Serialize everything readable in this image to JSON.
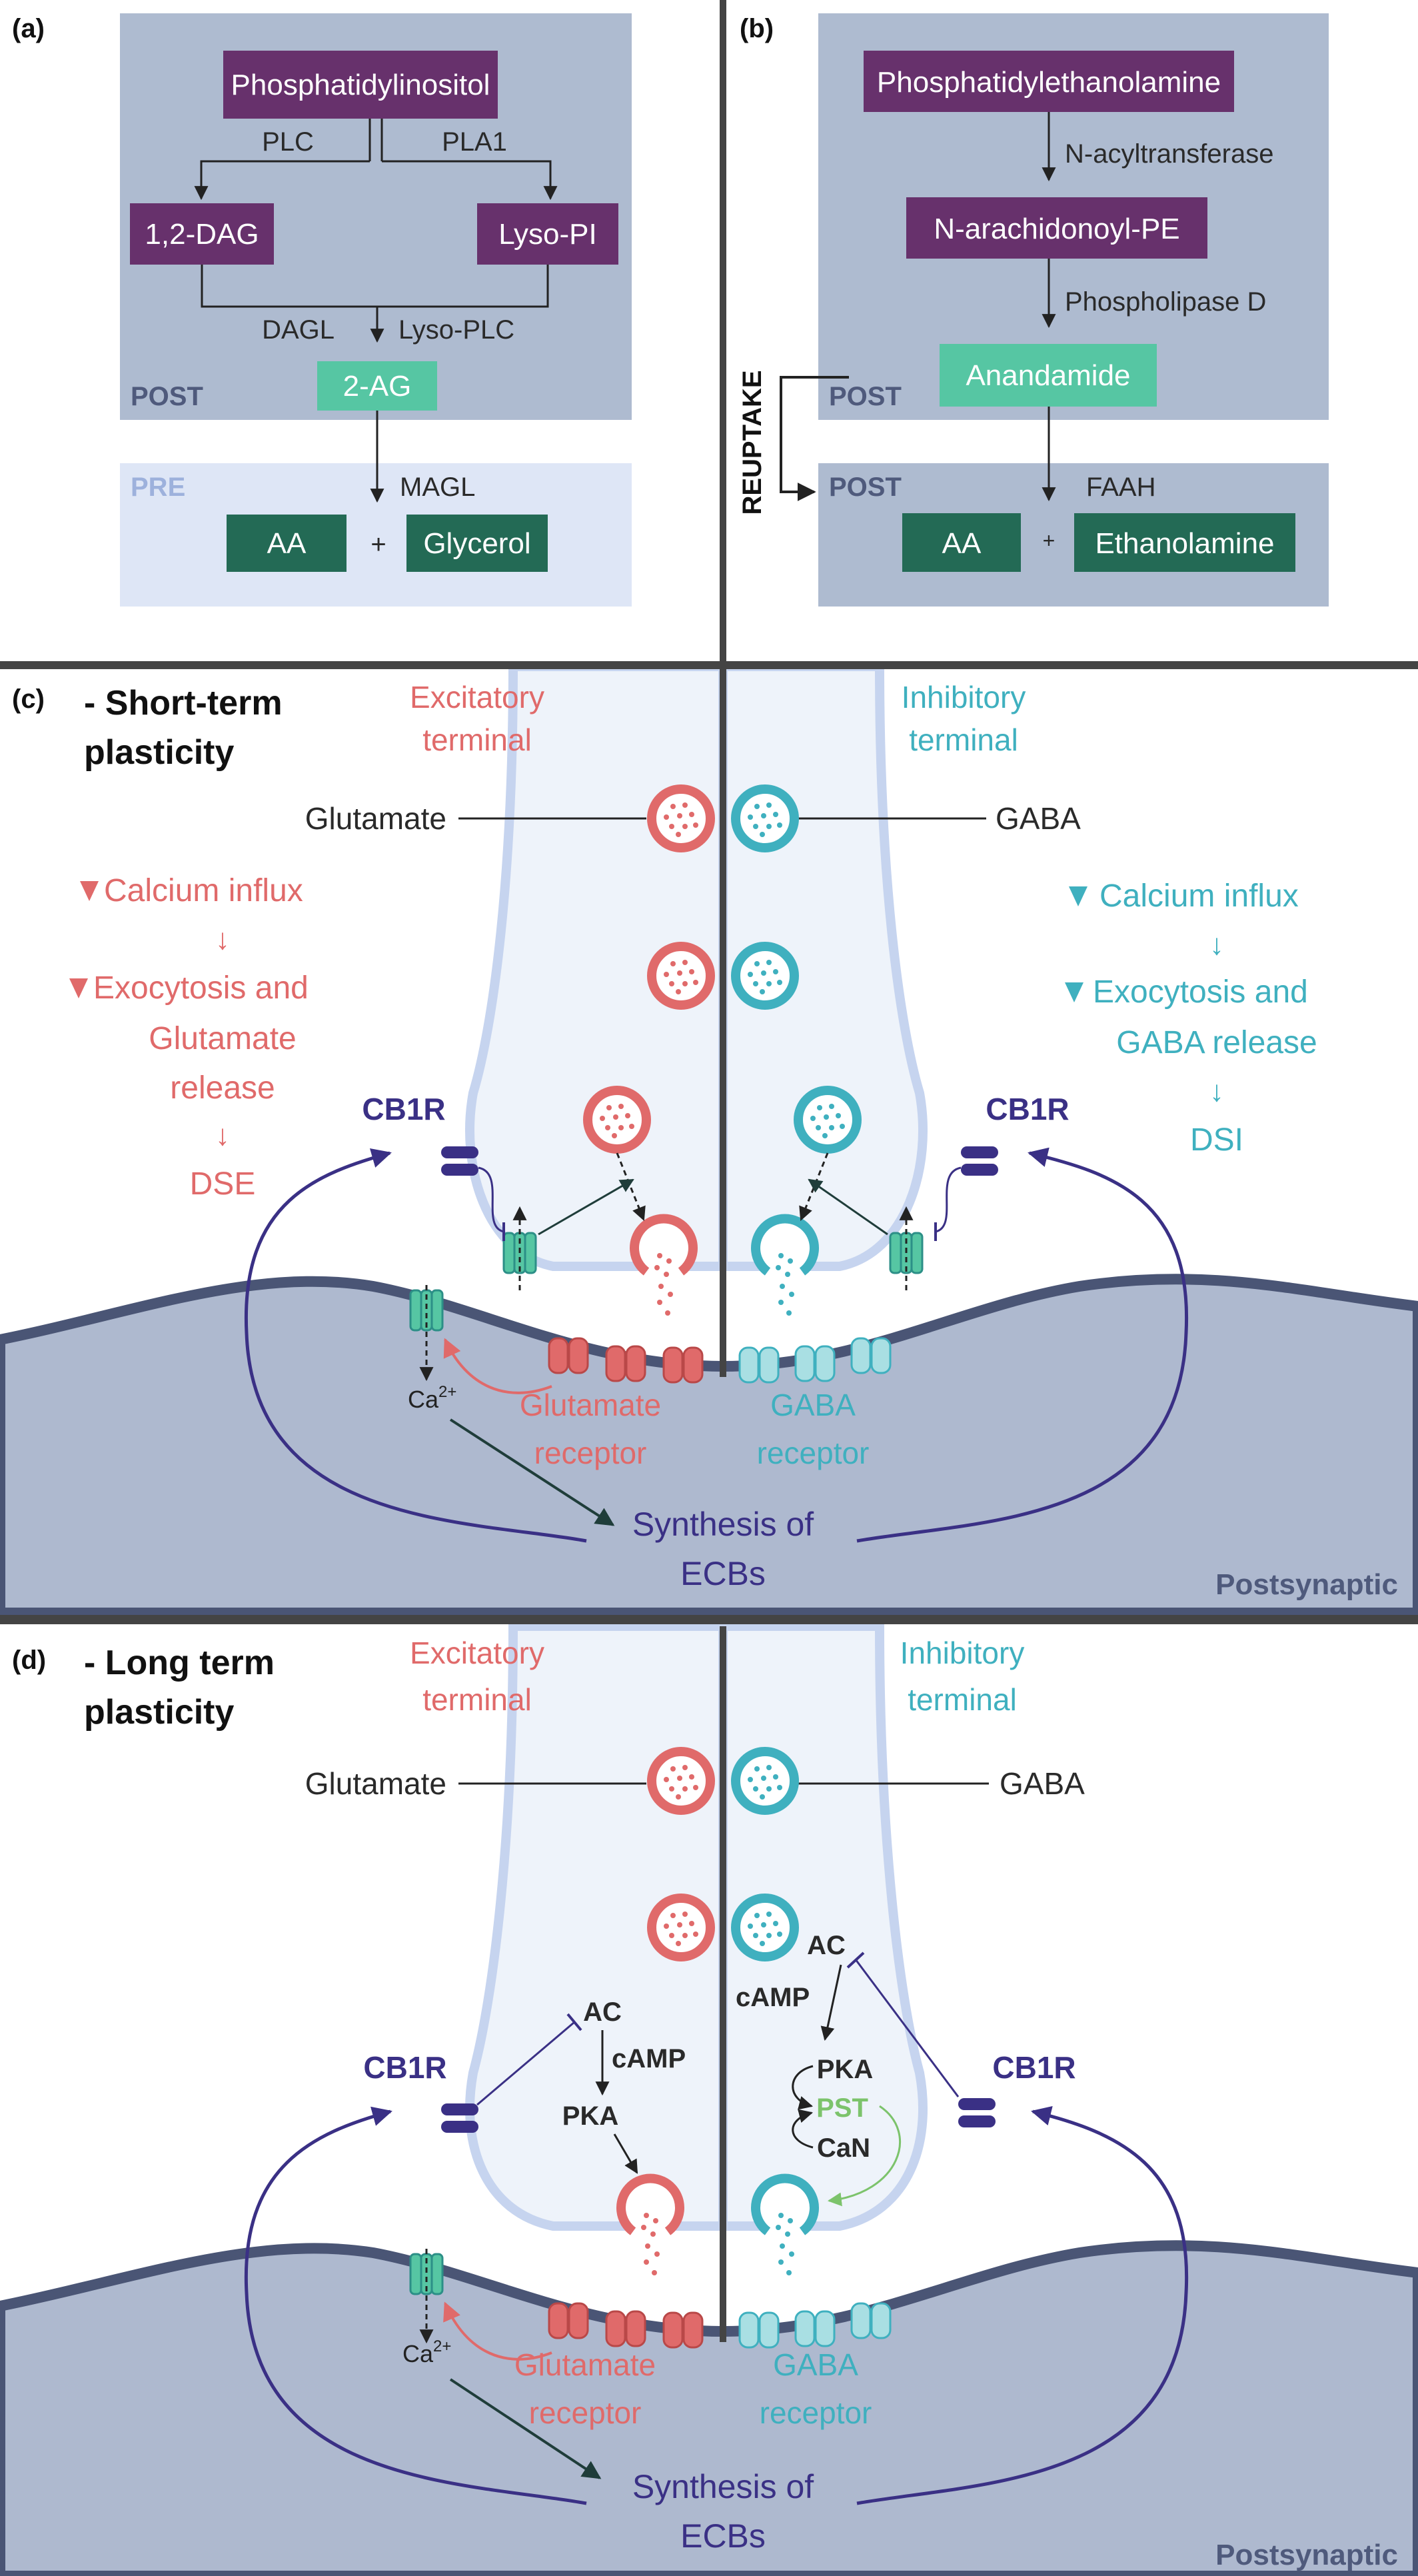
{
  "panel_a": {
    "letter": "(a)",
    "source": "Phosphatidylinositol",
    "enzyme_left": "PLC",
    "enzyme_right": "PLA1",
    "intermediate_left": "1,2-DAG",
    "intermediate_right": "Lyso-PI",
    "enzyme_bottom_left": "DAGL",
    "enzyme_bottom_right": "Lyso-PLC",
    "product": "2-AG",
    "post_label": "POST",
    "pre_label": "PRE",
    "degrading_enzyme": "MAGL",
    "product_1": "AA",
    "plus": "+",
    "product_2": "Glycerol"
  },
  "panel_b": {
    "letter": "(b)",
    "source": "Phosphatidylethanolamine",
    "enzyme_1": "N-acyltransferase",
    "intermediate": "N-arachidonoyl-PE",
    "enzyme_2": "Phospholipase D",
    "product": "Anandamide",
    "post_label_upper": "POST",
    "post_label_lower": "POST",
    "reuptake": "REUPTAKE",
    "degrading_enzyme": "FAAH",
    "product_1": "AA",
    "plus": "+",
    "product_2": "Ethanolamine"
  },
  "panel_c": {
    "letter": "(c)",
    "title_line1": "- Short-term",
    "title_line2": "plasticity",
    "excitatory_line1": "Excitatory",
    "excitatory_line2": "terminal",
    "inhibitory_line1": "Inhibitory",
    "inhibitory_line2": "terminal",
    "glutamate": "Glutamate",
    "gaba": "GABA",
    "left_steps": [
      "Calcium influx",
      "Exocytosis and",
      "Glutamate",
      "release",
      "DSE"
    ],
    "right_steps": [
      "Calcium influx",
      "Exocytosis and",
      "GABA release",
      "DSI"
    ],
    "down_arrow": "↓",
    "cb1r_left": "CB1R",
    "cb1r_right": "CB1R",
    "ca": "Ca",
    "ca_sup": "2+",
    "glu_receptor_line1": "Glutamate",
    "glu_receptor_line2": "receptor",
    "gaba_receptor_line1": "GABA",
    "gaba_receptor_line2": "receptor",
    "synthesis_line1": "Synthesis of",
    "synthesis_line2": "ECBs",
    "postsynaptic": "Postsynaptic"
  },
  "panel_d": {
    "letter": "(d)",
    "title_line1": "- Long term",
    "title_line2": "plasticity",
    "excitatory_line1": "Excitatory",
    "excitatory_line2": "terminal",
    "inhibitory_line1": "Inhibitory",
    "inhibitory_line2": "terminal",
    "glutamate": "Glutamate",
    "gaba": "GABA",
    "cb1r_left": "CB1R",
    "cb1r_right": "CB1R",
    "ac_left": "AC",
    "camp_left": "cAMP",
    "pka_left": "PKA",
    "ac_right": "AC",
    "camp_right": "cAMP",
    "pka_right": "PKA",
    "pst": "PST",
    "can": "CaN",
    "ca": "Ca",
    "ca_sup": "2+",
    "glu_receptor_line1": "Glutamate",
    "glu_receptor_line2": "receptor",
    "gaba_receptor_line1": "GABA",
    "gaba_receptor_line2": "receptor",
    "synthesis_line1": "Synthesis of",
    "synthesis_line2": "ECBs",
    "postsynaptic": "Postsynaptic"
  },
  "colors": {
    "purple_box": "#67316c",
    "green_box": "#236a55",
    "teal_box": "#56c6a3",
    "excitatory": "#e06a6a",
    "inhibitory": "#3fb0bf",
    "cb1r": "#3a3085",
    "postsynaptic_fill": "#aeb9cf",
    "membrane": "#4a5575",
    "presynaptic_fill": "#eef3fa",
    "presynaptic_border": "#c6d4ef",
    "post_panel": "#aebbd0",
    "pre_panel": "#dee6f6"
  }
}
